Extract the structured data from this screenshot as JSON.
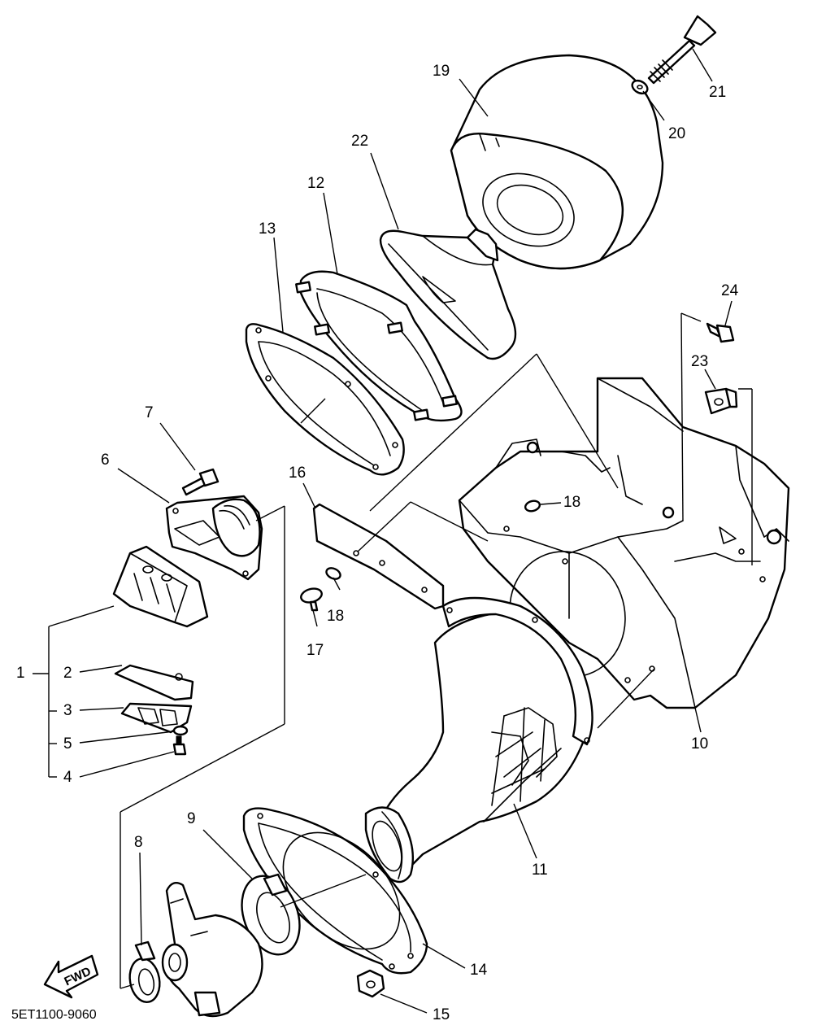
{
  "diagram": {
    "code": "5ET1100-9060",
    "fwd_label": "FWD",
    "callouts": [
      {
        "id": "c1",
        "label": "1"
      },
      {
        "id": "c2",
        "label": "2"
      },
      {
        "id": "c3",
        "label": "3"
      },
      {
        "id": "c4",
        "label": "4"
      },
      {
        "id": "c5",
        "label": "5"
      },
      {
        "id": "c6",
        "label": "6"
      },
      {
        "id": "c7",
        "label": "7"
      },
      {
        "id": "c8",
        "label": "8"
      },
      {
        "id": "c9",
        "label": "9"
      },
      {
        "id": "c10",
        "label": "10"
      },
      {
        "id": "c11",
        "label": "11"
      },
      {
        "id": "c12",
        "label": "12"
      },
      {
        "id": "c13",
        "label": "13"
      },
      {
        "id": "c14",
        "label": "14"
      },
      {
        "id": "c15",
        "label": "15"
      },
      {
        "id": "c16",
        "label": "16"
      },
      {
        "id": "c17",
        "label": "17"
      },
      {
        "id": "c18a",
        "label": "18"
      },
      {
        "id": "c18b",
        "label": "18"
      },
      {
        "id": "c19",
        "label": "19"
      },
      {
        "id": "c20",
        "label": "20"
      },
      {
        "id": "c21",
        "label": "21"
      },
      {
        "id": "c22",
        "label": "22"
      },
      {
        "id": "c23",
        "label": "23"
      },
      {
        "id": "c24",
        "label": "24"
      }
    ]
  }
}
